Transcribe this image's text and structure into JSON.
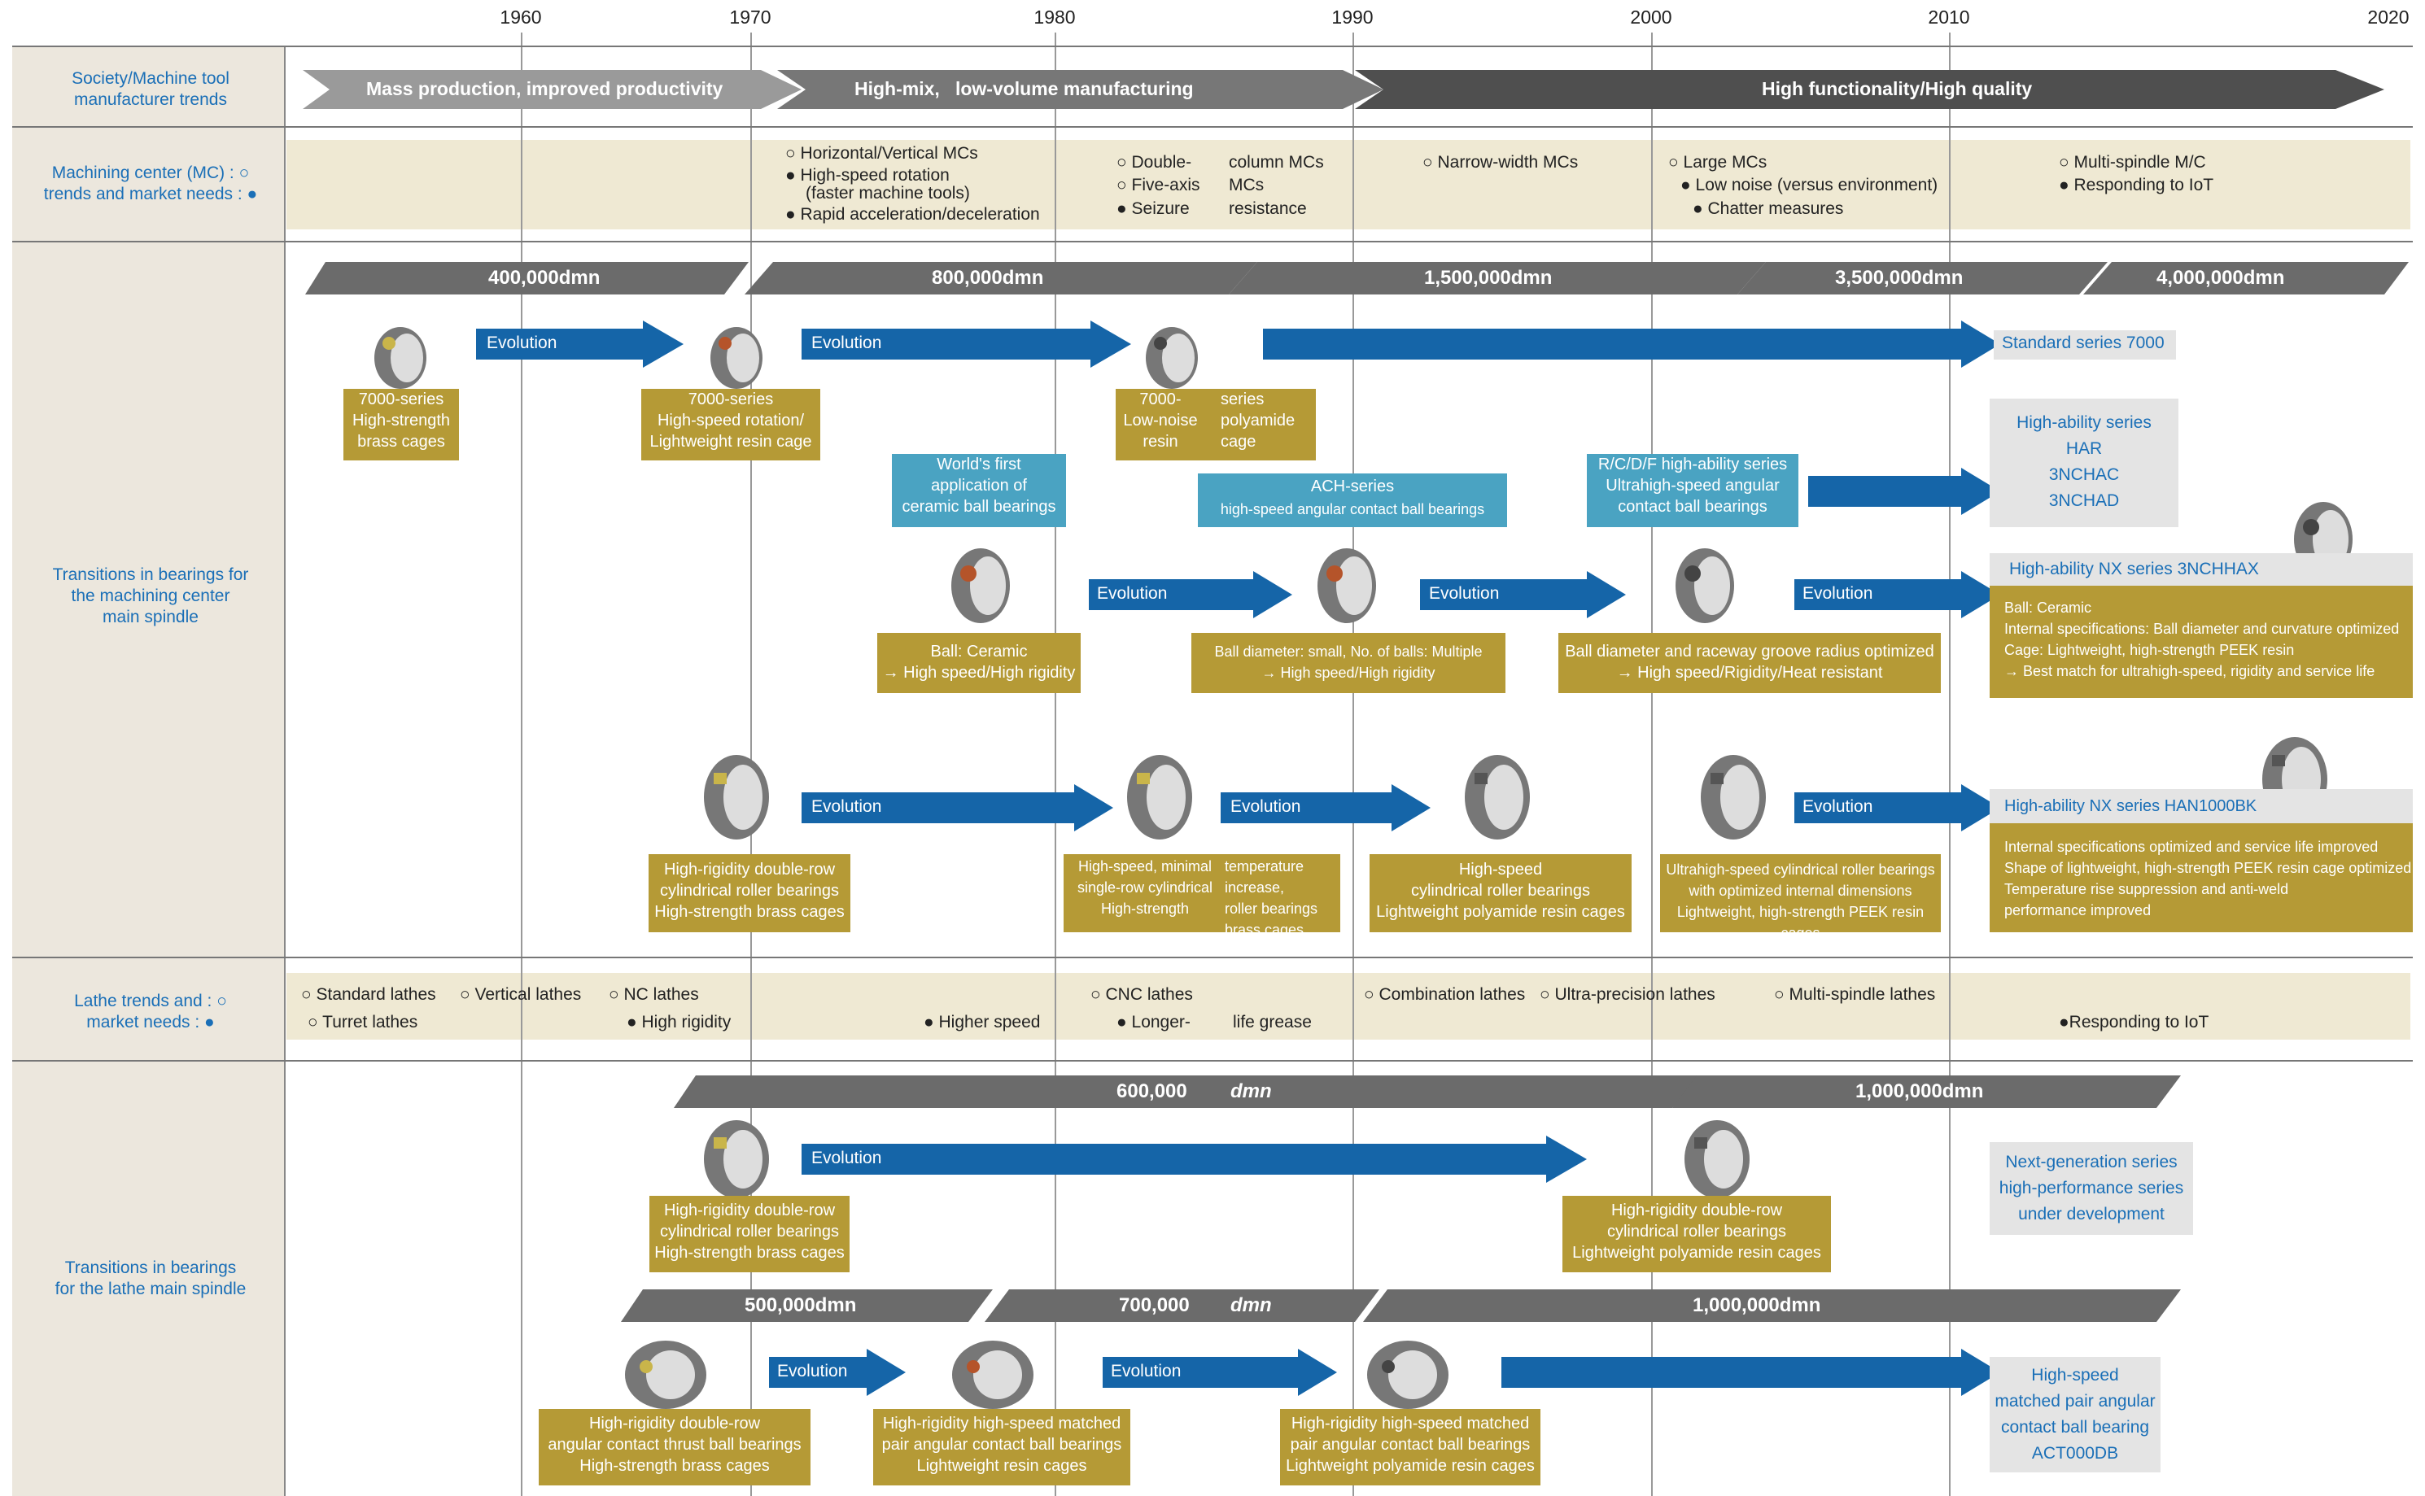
{
  "years": [
    "1960",
    "1970",
    "1980",
    "1990",
    "2000",
    "2010",
    "2020"
  ],
  "rows": {
    "society": "Society/Machine tool\nmanufacturer trends",
    "mc": "Machining center (MC) : ○\ntrends and market needs : ●",
    "mc_bearings": "Transitions in bearings for\nthe machining center\nmain spindle",
    "lathe": "Lathe trends and : ○\nmarket needs : ●",
    "lathe_bearings": "Transitions in bearings\nfor the lathe main spindle"
  },
  "society_arrows": [
    "Mass production, improved productivity",
    "High-mix,   low-volume manufacturing",
    "High functionality/High quality"
  ],
  "mc_needs": [
    "○ Horizontal/Vertical MCs",
    "● High-speed rotation",
    "(faster machine tools)",
    "● Rapid acceleration/deceleration",
    "○ Double-",
    "○ Five-axis",
    "● Seizure",
    "column MCs",
    "MCs",
    "resistance",
    "○ Narrow-width MCs",
    "○ Large MCs",
    "● Low noise (versus environment)",
    "● Chatter measures",
    "○ Multi-spindle M/C",
    "● Responding to IoT"
  ],
  "mc_speeds": [
    "400,000dmn",
    "800,000dmn",
    "1,500,000dmn",
    "3,500,000dmn",
    "4,000,000dmn"
  ],
  "evolution": "Evolution",
  "mc_boxes": {
    "b1": "7000-series\nHigh-strength\nbrass cages",
    "b2": "7000-series\nHigh-speed rotation/\nLightweight resin cage",
    "b3a": "7000-\nLow-noise\nresin",
    "b3b": "series\npolyamide\ncage",
    "std": "Standard series 7000",
    "t1": "World's first\napplication of\nceramic ball bearings",
    "t2a": "ACH-series",
    "t2b": "high-speed angular contact ball bearings",
    "t3": "R/C/D/F high-ability series\nUltrahigh-speed angular\ncontact ball bearings",
    "har": "High-ability series\nHAR\n3NCHAC\n3NCHAD",
    "c1": "Ball: Ceramic\n→ High speed/High rigidity",
    "c2": "Ball diameter: small,  No. of balls: Multiple\n→ High speed/High rigidity",
    "c3": "Ball diameter and raceway groove radius optimized\n→ High speed/Rigidity/Heat resistant",
    "nx1t": "High-ability NX series 3NCHHAX",
    "nx1": "Ball: Ceramic\nInternal specifications: Ball diameter and curvature optimized\nCage: Lightweight, high-strength PEEK resin\n→ Best match for ultrahigh-speed, rigidity and service life",
    "r1": "High-rigidity double-row\ncylindrical roller bearings\nHigh-strength brass cages",
    "r2a": "High-speed, minimal\nsingle-row cylindrical\nHigh-strength",
    "r2b": "temperature increase,\nroller bearings\nbrass cages",
    "r3": "High-speed\ncylindrical roller bearings\nLightweight polyamide resin cages",
    "r4": "Ultrahigh-speed cylindrical roller bearings\nwith optimized internal dimensions\nLightweight, high-strength PEEK resin cages",
    "nx2t": "High-ability NX series HAN1000BK",
    "nx2": "Internal specifications optimized and service life improved\nShape of lightweight, high-strength PEEK resin cage optimized\nTemperature rise suppression and anti-weld\nperformance improved"
  },
  "lathe_needs": [
    "○ Standard lathes",
    "○ Vertical lathes",
    "○ NC lathes",
    "○ Turret lathes",
    "● High rigidity",
    "● Higher speed",
    "○ CNC lathes",
    "● Longer-",
    "life grease",
    "○ Combination lathes",
    "○ Ultra-precision lathes",
    "○ Multi-spindle lathes",
    "●Responding to IoT"
  ],
  "lathe_speeds": [
    "600,000",
    "dmn",
    "1,000,000dmn",
    "500,000dmn",
    "700,000",
    "dmn",
    "1,000,000dmn"
  ],
  "lathe_boxes": {
    "l1": "High-rigidity double-row\ncylindrical roller bearings\nHigh-strength brass cages",
    "l2": "High-rigidity double-row\ncylindrical roller bearings\nLightweight polyamide resin cages",
    "ng": "Next-generation series\nhigh-performance series\nunder development",
    "l3": "High-rigidity double-row\nangular contact thrust ball bearings\nHigh-strength brass cages",
    "l4": "High-rigidity high-speed matched\npair angular contact ball bearings\nLightweight resin cages",
    "l5": "High-rigidity high-speed matched\npair angular contact ball bearings\nLightweight polyamide resin cages",
    "hs": "High-speed\nmatched pair angular\ncontact ball bearing\nACT000DB"
  },
  "colors": {
    "gold": "#b59a36",
    "teal": "#4aa3c2",
    "blue_arrow": "#1565a8",
    "grey_arrow": "#606060",
    "band": "#efe9d3"
  }
}
